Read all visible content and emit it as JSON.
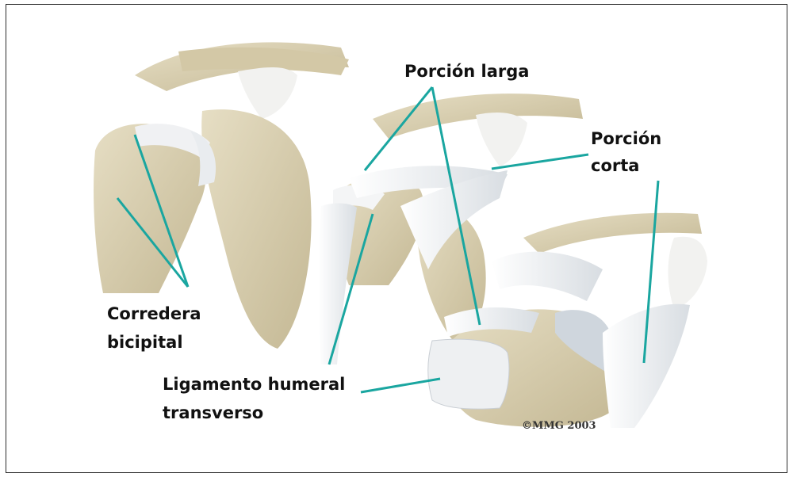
{
  "labels": {
    "porcion_larga": "Porción larga",
    "porcion_corta_1": "Porción",
    "porcion_corta_2": "corta",
    "corredera_1": "Corredera",
    "corredera_2": "bicipital",
    "ligamento_1": "Ligamento humeral",
    "ligamento_2": "transverso"
  },
  "copyright": "©MMG 2003",
  "colors": {
    "bone": "#d9cfb0",
    "bone_shadow": "#bfb392",
    "tendon": "#eef0f2",
    "leader": "#1aa6a0",
    "frame": "#2b2b2b"
  }
}
